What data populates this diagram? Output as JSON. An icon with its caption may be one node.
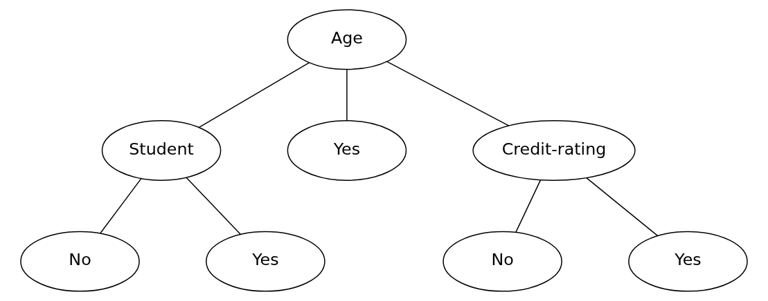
{
  "diagram": {
    "nodes": [
      {
        "text": [
          "Age"
        ]
      },
      {
        "text": [
          "Student"
        ]
      },
      {
        "text": [
          "Yes"
        ]
      },
      {
        "text": [
          "Credit-rating"
        ]
      },
      {
        "text": [
          "No"
        ]
      },
      {
        "text": [
          "Yes"
        ]
      },
      {
        "text": [
          "No"
        ]
      },
      {
        "text": [
          "Yes"
        ]
      }
    ],
    "edges": [
      {
        "from": 0,
        "to": 1,
        "arrow": "none"
      },
      {
        "from": 0,
        "to": 2,
        "arrow": "none"
      },
      {
        "from": 0,
        "to": 3,
        "arrow": "none"
      },
      {
        "from": 1,
        "to": 4,
        "arrow": "none"
      },
      {
        "from": 1,
        "to": 5,
        "arrow": "none"
      },
      {
        "from": 3,
        "to": 6,
        "arrow": "none"
      },
      {
        "from": 3,
        "to": 7,
        "arrow": "none"
      }
    ]
  }
}
